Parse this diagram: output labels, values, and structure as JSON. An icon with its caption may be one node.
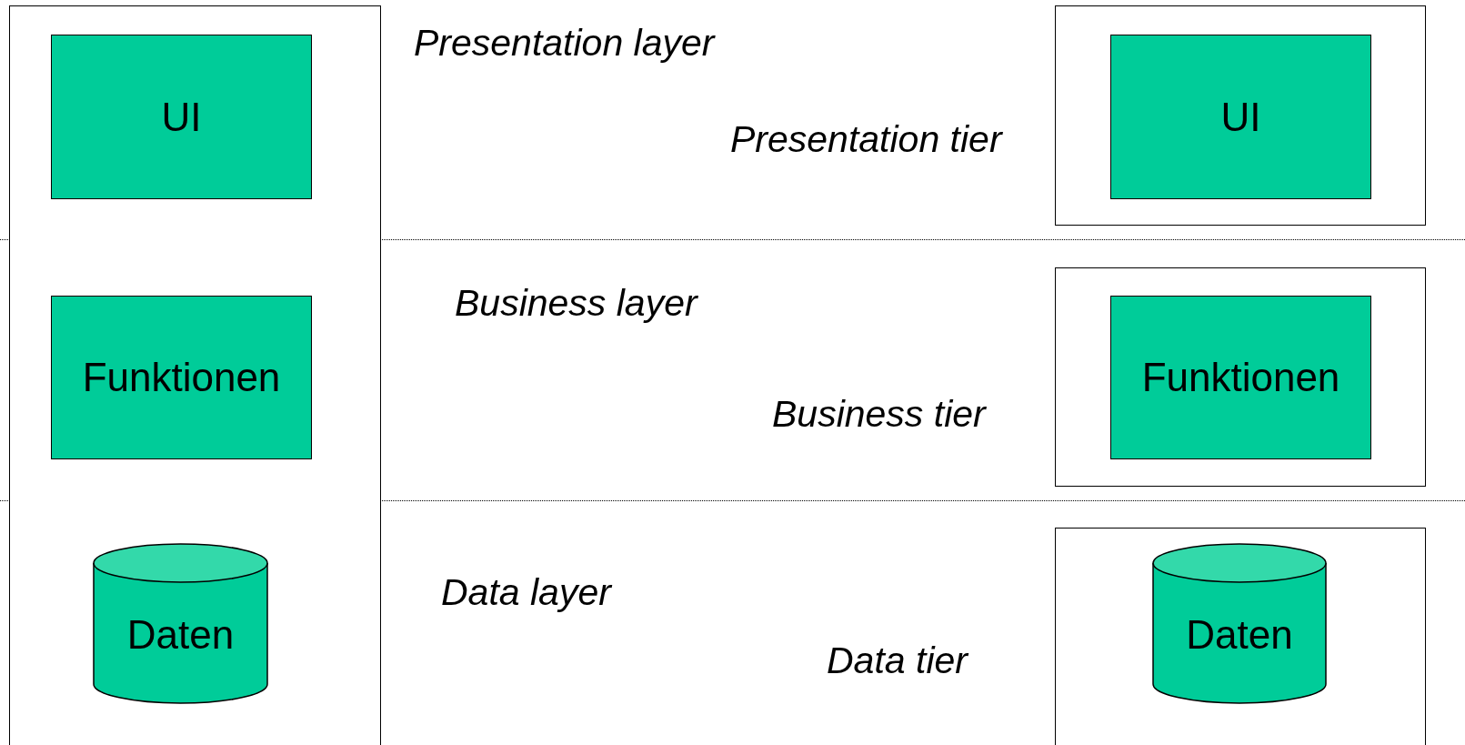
{
  "diagram": {
    "nodes": [
      {
        "text": [],
        "shape": "box"
      },
      {
        "text": [
          "UI"
        ],
        "in": 0
      },
      {
        "text": [
          "Funktionen"
        ],
        "in": 0
      },
      {
        "text": [
          "Daten"
        ],
        "in": 0
      },
      {
        "text": [],
        "shape": "box"
      },
      {
        "text": [
          "UI"
        ],
        "in": 4
      },
      {
        "text": [],
        "shape": "box"
      },
      {
        "text": [
          "Funktionen"
        ],
        "in": 6
      },
      {
        "text": [],
        "shape": "box"
      },
      {
        "text": [
          "Daten"
        ],
        "in": 8
      }
    ],
    "labels": [
      "Presentation layer",
      "Presentation tier",
      "Business layer",
      "Business tier",
      "Data layer",
      "Data tier"
    ]
  }
}
